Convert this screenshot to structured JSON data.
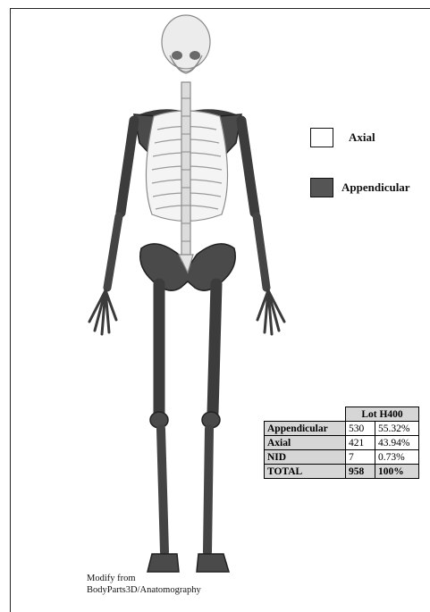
{
  "legend": {
    "axial": {
      "label": "Axial",
      "color": "#ffffff"
    },
    "appendicular": {
      "label": "Appendicular",
      "color": "#555555"
    }
  },
  "table": {
    "header": "Lot H400",
    "rows": [
      {
        "label": "Appendicular",
        "count": "530",
        "percent": "55.32%"
      },
      {
        "label": "Axial",
        "count": "421",
        "percent": "43.94%"
      },
      {
        "label": "NID",
        "count": "7",
        "percent": "0.73%"
      },
      {
        "label": "TOTAL",
        "count": "958",
        "percent": "100%"
      }
    ]
  },
  "credit": {
    "line1": "Modify from",
    "line2": "BodyParts3D/Anatomography"
  },
  "colors": {
    "axial_fill": "#ececec",
    "axial_stroke": "#8a8a8a",
    "appendicular_fill": "#4a4a4a",
    "appendicular_stroke": "#222222"
  }
}
